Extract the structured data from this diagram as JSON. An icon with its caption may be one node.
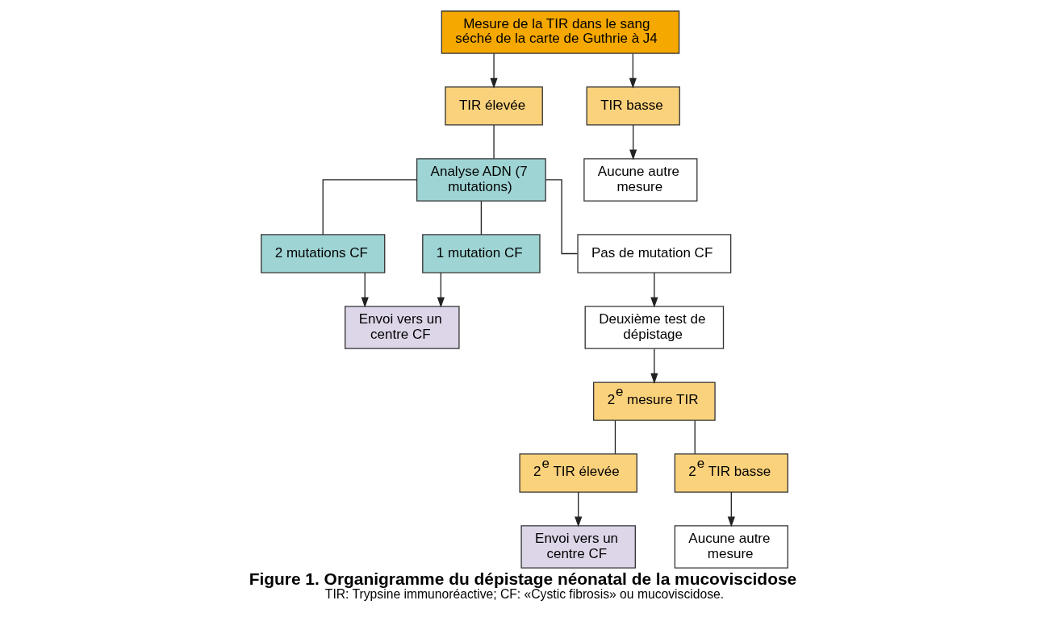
{
  "diagram": {
    "title": "Figure 1. Organigramme du dépistage néonatal de la mucoviscidose",
    "caption": "TIR: Trypsine immunoréactive; CF: «Cystic fibrosis» ou mucoviscidose.",
    "nodes": [
      {
        "text": [
          "Mesure de la TIR dans le sang séché de la carte de Guthrie à J4"
        ]
      },
      {
        "text": [
          "TIR élevée"
        ]
      },
      {
        "text": [
          "TIR basse"
        ]
      },
      {
        "text": [
          "Analyse ADN (7 mutations)"
        ]
      },
      {
        "text": [
          "Aucune autre mesure"
        ]
      },
      {
        "text": [
          "2 mutations CF"
        ]
      },
      {
        "text": [
          "1 mutation CF"
        ]
      },
      {
        "text": [
          "Pas de mutation CF"
        ]
      },
      {
        "text": [
          "Envoi vers un centre CF"
        ]
      },
      {
        "text": [
          "Deuxième test de dépistage"
        ]
      },
      {
        "text": [
          "2$^{e}$ mesure TIR"
        ]
      },
      {
        "text": [
          "2$^{e}$ TIR élevée"
        ]
      },
      {
        "text": [
          "2$^{e}$ TIR basse"
        ]
      },
      {
        "text": [
          "Envoi vers un centre CF"
        ]
      },
      {
        "text": [
          "Aucune autre mesure"
        ]
      }
    ],
    "edges": [
      {
        "from": 0,
        "to": 1,
        "arrow": "to"
      },
      {
        "from": 0,
        "to": 2,
        "arrow": "to"
      },
      {
        "from": 1,
        "to": 3,
        "arrow": "none"
      },
      {
        "from": 2,
        "to": 4,
        "arrow": "to"
      },
      {
        "from": 3,
        "to": 5,
        "arrow": "none"
      },
      {
        "from": 3,
        "to": 6,
        "arrow": "none"
      },
      {
        "from": 3,
        "to": 7,
        "arrow": "none"
      },
      {
        "from": 5,
        "to": 8,
        "arrow": "to"
      },
      {
        "from": 6,
        "to": 8,
        "arrow": "to"
      },
      {
        "from": 7,
        "to": 9,
        "arrow": "to"
      },
      {
        "from": 9,
        "to": 10,
        "arrow": "to"
      },
      {
        "from": 10,
        "to": 11,
        "arrow": "none"
      },
      {
        "from": 10,
        "to": 12,
        "arrow": "none"
      },
      {
        "from": 11,
        "to": 13,
        "arrow": "to"
      },
      {
        "from": 12,
        "to": 14,
        "arrow": "to"
      }
    ]
  }
}
